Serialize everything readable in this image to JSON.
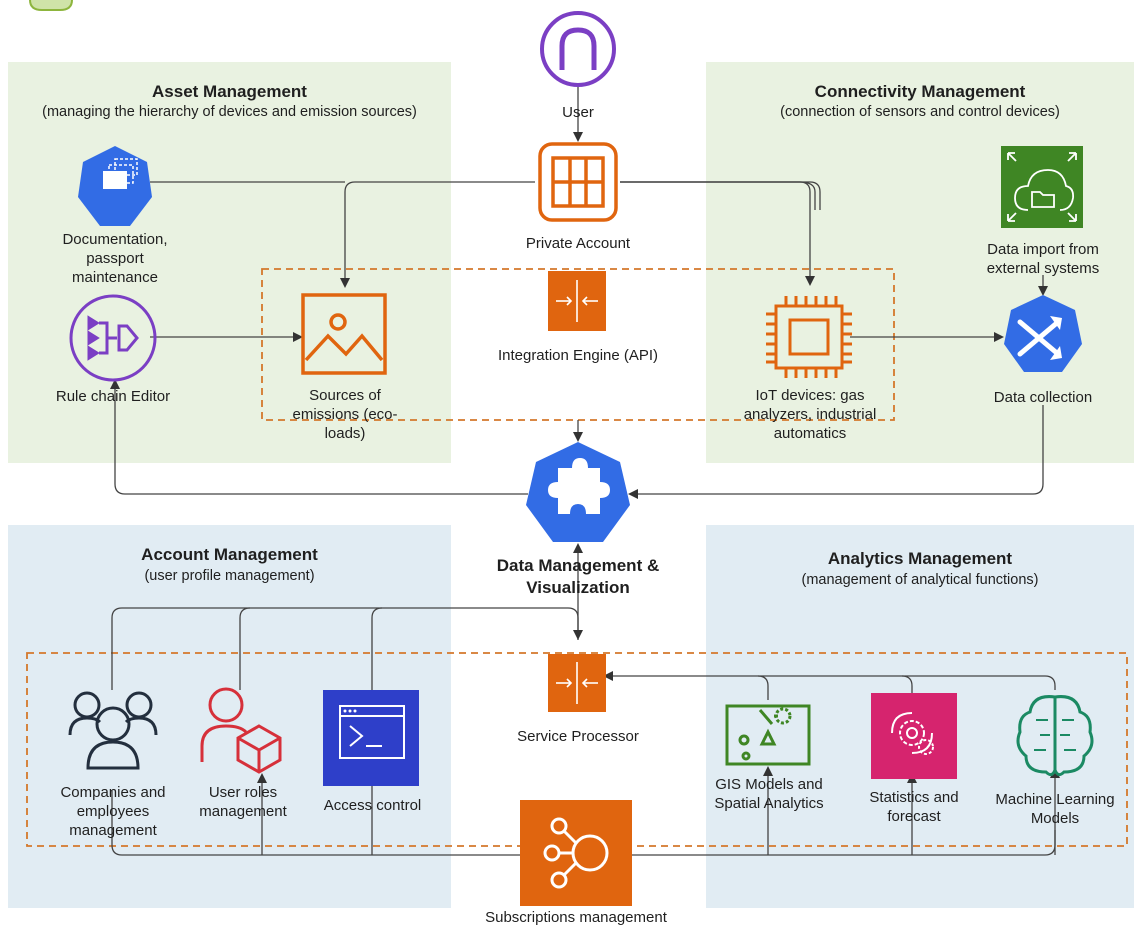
{
  "zones": {
    "asset": {
      "title": "Asset Management",
      "subtitle": "(managing the hierarchy of devices and emission sources)"
    },
    "connectivity": {
      "title": "Connectivity Management",
      "subtitle": "(connection of sensors and control devices)"
    },
    "account": {
      "title": "Account Management",
      "subtitle": "(user profile management)"
    },
    "analytics": {
      "title": "Analytics Management",
      "subtitle": "(management of analytical functions)"
    }
  },
  "nodes": {
    "user": "User",
    "private_account": "Private Account",
    "documentation": "Documentation, passport maintenance",
    "rule_chain": "Rule chain Editor",
    "sources": "Sources of emissions (eco-loads)",
    "integration_engine": "Integration Engine (API)",
    "iot_devices": "IoT devices: gas analyzers, industrial automatics",
    "data_import": "Data import from external systems",
    "data_collection": "Data collection",
    "data_management": "Data Management & Visualization",
    "companies": "Companies and employees management",
    "user_roles": "User roles management",
    "access_control": "Access control",
    "service_processor": "Service Processor",
    "gis": "GIS Models and Spatial Analytics",
    "statistics": "Statistics and forecast",
    "ml": "Machine Learning Models",
    "subscriptions": "Subscriptions management"
  },
  "colors": {
    "green_zone": "#e9f2e1",
    "blue_zone": "#e1ecf3",
    "orange": "#e0650f",
    "dashed_orange": "#d4782b",
    "purple": "#7b3fc4",
    "k8s_blue": "#326ce5",
    "aws_green": "#3f8624",
    "pink": "#d6246e",
    "navy": "#2e3fc9",
    "teal": "#1b8a63",
    "red": "#d6303a",
    "dark": "#232f3e",
    "connector": "#444444"
  },
  "icons": [
    "user-icon",
    "table-icon",
    "documents-icon",
    "rule-chain-icon",
    "image-icon",
    "integration-icon",
    "chip-icon",
    "cloud-folder-icon",
    "shuffle-icon",
    "puzzle-icon",
    "users-group-icon",
    "user-role-icon",
    "terminal-icon",
    "gis-icon",
    "gears-icon",
    "brain-icon",
    "hub-icon"
  ]
}
